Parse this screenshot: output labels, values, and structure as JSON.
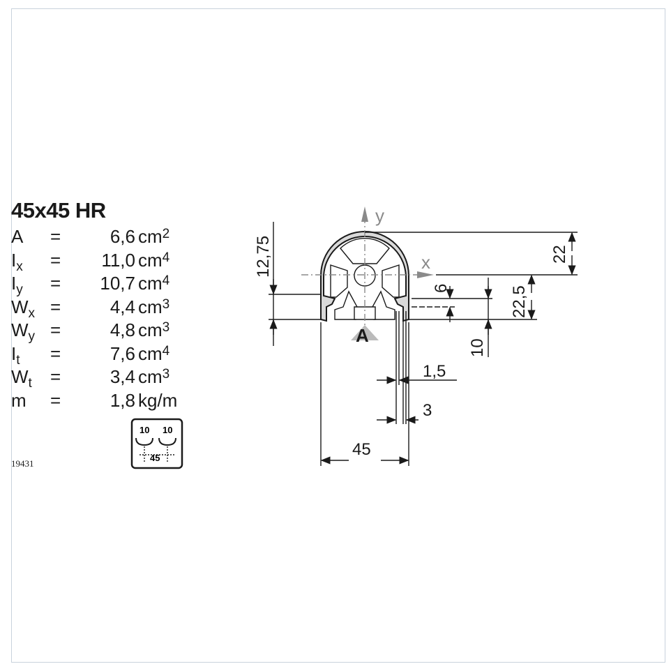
{
  "profile": {
    "title": "45x45 HR",
    "properties": [
      {
        "symbol": "A",
        "sub": "",
        "value": "6,6",
        "unit": "cm",
        "exp": "2"
      },
      {
        "symbol": "I",
        "sub": "x",
        "value": "11,0",
        "unit": "cm",
        "exp": "4"
      },
      {
        "symbol": "I",
        "sub": "y",
        "value": "10,7",
        "unit": "cm",
        "exp": "4"
      },
      {
        "symbol": "W",
        "sub": "x",
        "value": "4,4",
        "unit": "cm",
        "exp": "3"
      },
      {
        "symbol": "W",
        "sub": "y",
        "value": "4,8",
        "unit": "cm",
        "exp": "3"
      },
      {
        "symbol": "I",
        "sub": "t",
        "value": "7,6",
        "unit": "cm",
        "exp": "4"
      },
      {
        "symbol": "W",
        "sub": "t",
        "value": "3,4",
        "unit": "cm",
        "exp": "3"
      },
      {
        "symbol": "m",
        "sub": "",
        "value": "1,8",
        "unit": "kg/m",
        "exp": ""
      }
    ],
    "equals": "=",
    "drawing_code": "19431"
  },
  "slot_icon": {
    "left": "10",
    "right": "10",
    "pitch": "45"
  },
  "drawing": {
    "axis_y": "y",
    "axis_x": "x",
    "view_label": "A",
    "dims": {
      "d1275": "12,75",
      "d22": "22",
      "d225": "22,5",
      "d6": "6",
      "d10": "10",
      "d15": "1,5",
      "d3": "3",
      "d45": "45"
    }
  },
  "colors": {
    "frame": "#c8d2dc",
    "line": "#1a1a1a",
    "fill": "#d9d9d9",
    "axis": "#8a8a8a"
  }
}
